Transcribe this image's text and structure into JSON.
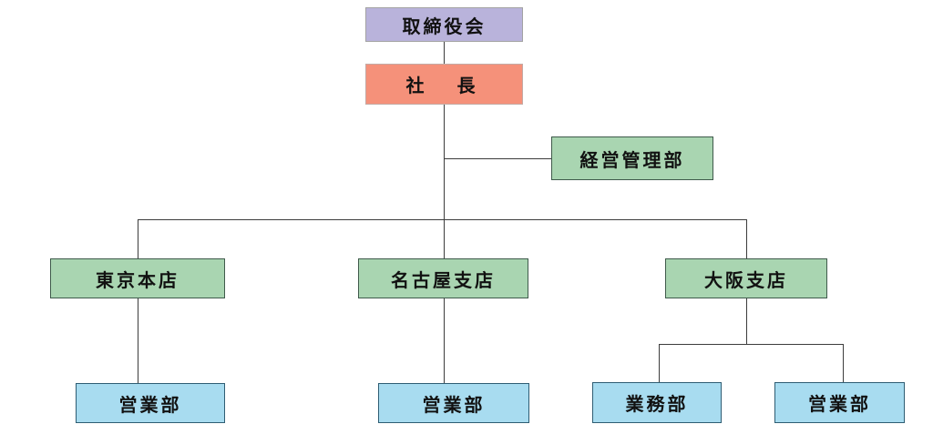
{
  "diagram": {
    "type": "org-chart",
    "nodes": {
      "board": {
        "label": "取締役会",
        "level": "top",
        "fill": "#b9b3db"
      },
      "president": {
        "label": "社　長",
        "level": "top",
        "fill": "#f5917a"
      },
      "keiei": {
        "label": "経営管理部",
        "level": "staff",
        "fill": "#a9d5b1"
      },
      "tokyo": {
        "label": "東京本店",
        "level": "branch",
        "fill": "#a9d5b1"
      },
      "nagoya": {
        "label": "名古屋支店",
        "level": "branch",
        "fill": "#a9d5b1"
      },
      "osaka": {
        "label": "大阪支店",
        "level": "branch",
        "fill": "#a9d5b1"
      },
      "eigyo_tokyo": {
        "label": "営業部",
        "level": "dept",
        "fill": "#a8dcf0"
      },
      "eigyo_nagoya": {
        "label": "営業部",
        "level": "dept",
        "fill": "#a8dcf0"
      },
      "gyomu_osaka": {
        "label": "業務部",
        "level": "dept",
        "fill": "#a8dcf0"
      },
      "eigyo_osaka": {
        "label": "営業部",
        "level": "dept",
        "fill": "#a8dcf0"
      }
    },
    "edges": [
      {
        "from": "board",
        "to": "president"
      },
      {
        "from": "president",
        "to": "keiei"
      },
      {
        "from": "president",
        "to": "tokyo"
      },
      {
        "from": "president",
        "to": "nagoya"
      },
      {
        "from": "president",
        "to": "osaka"
      },
      {
        "from": "tokyo",
        "to": "eigyo_tokyo"
      },
      {
        "from": "nagoya",
        "to": "eigyo_nagoya"
      },
      {
        "from": "osaka",
        "to": "gyomu_osaka"
      },
      {
        "from": "osaka",
        "to": "eigyo_osaka"
      }
    ],
    "colors": {
      "board_fill": "#b9b3db",
      "president_fill": "#f5917a",
      "dept_fill": "#a9d5b1",
      "sub_dept_fill": "#a8dcf0",
      "connector_line": "#3c3c3c",
      "text": "#111111",
      "background": "#ffffff"
    }
  }
}
